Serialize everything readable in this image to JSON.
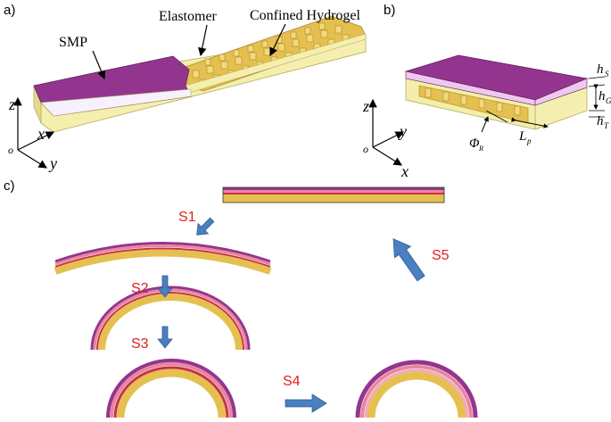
{
  "panels": {
    "a": "a)",
    "b": "b)",
    "c": "c)"
  },
  "labels": {
    "smp": "SMP",
    "elastomer": "Elastomer",
    "confined_hydrogel": "Confined Hydrogel"
  },
  "axes_a": {
    "z": "z",
    "x": "x",
    "y": "y",
    "o": "o"
  },
  "axes_b": {
    "z": "z",
    "x": "x",
    "y": "y",
    "o": "o"
  },
  "dims": {
    "hs": "h",
    "hs_sub": "S",
    "hg": "h",
    "hg_sub": "G",
    "ht": "h",
    "ht_sub": "T",
    "lp": "L",
    "lp_sub": "p",
    "phi": "Φ",
    "phi_sub": "R"
  },
  "steps": {
    "s1": "S1",
    "s2": "S2",
    "s3": "S3",
    "s4": "S4",
    "s5": "S5"
  },
  "colors": {
    "smp": "#93358f",
    "pink": "#e8869d",
    "red": "#c8304c",
    "elastomer": "#f3eeaa",
    "hydrogel": "#e5c050",
    "arrow": "#4a7fc0"
  }
}
